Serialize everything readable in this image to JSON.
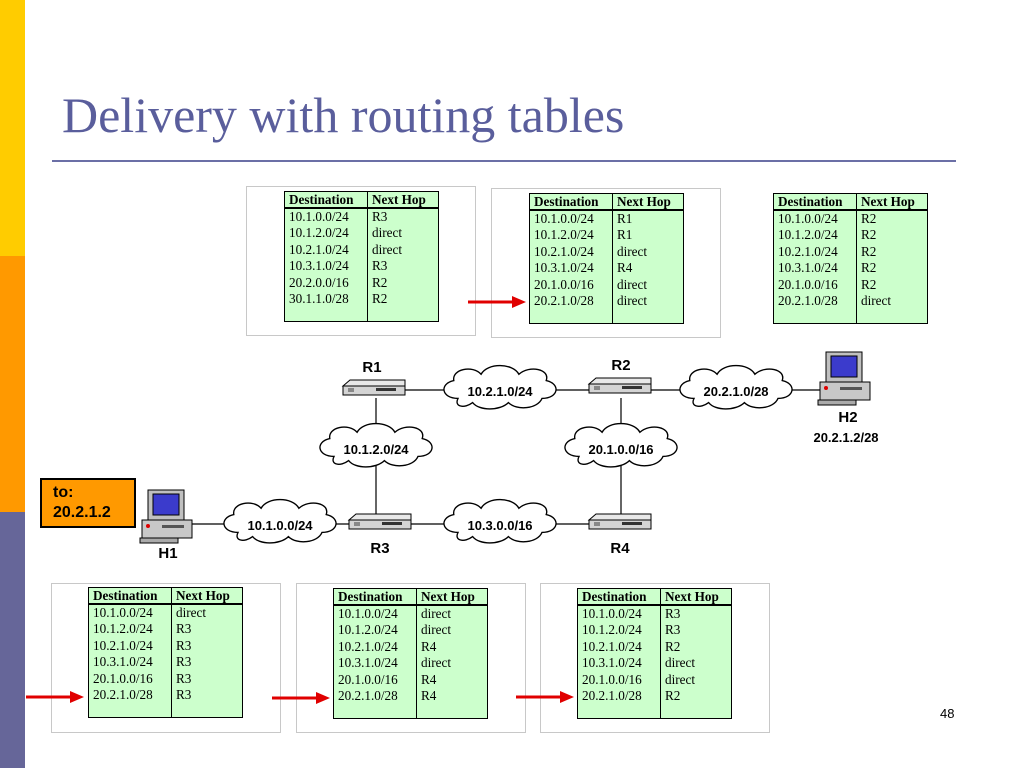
{
  "slide": {
    "title": "Delivery with routing tables",
    "page_number": "48",
    "accent_colors": [
      "#ffcc00",
      "#ff9900",
      "#666699"
    ]
  },
  "columns": {
    "destination": "Destination",
    "next_hop": "Next Hop"
  },
  "tables": {
    "r1": [
      [
        "10.1.0.0/24",
        "R3"
      ],
      [
        "10.1.2.0/24",
        "direct"
      ],
      [
        "10.2.1.0/24",
        "direct"
      ],
      [
        "10.3.1.0/24",
        "R3"
      ],
      [
        "20.2.0.0/16",
        "R2"
      ],
      [
        "30.1.1.0/28",
        "R2"
      ]
    ],
    "r2": [
      [
        "10.1.0.0/24",
        "R1"
      ],
      [
        "10.1.2.0/24",
        "R1"
      ],
      [
        "10.2.1.0/24",
        "direct"
      ],
      [
        "10.3.1.0/24",
        "R4"
      ],
      [
        "20.1.0.0/16",
        "direct"
      ],
      [
        "20.2.1.0/28",
        "direct"
      ]
    ],
    "h2": [
      [
        "10.1.0.0/24",
        "R2"
      ],
      [
        "10.1.2.0/24",
        "R2"
      ],
      [
        "10.2.1.0/24",
        "R2"
      ],
      [
        "10.3.1.0/24",
        "R2"
      ],
      [
        "20.1.0.0/16",
        "R2"
      ],
      [
        "20.2.1.0/28",
        "direct"
      ]
    ],
    "h1": [
      [
        "10.1.0.0/24",
        "direct"
      ],
      [
        "10.1.2.0/24",
        "R3"
      ],
      [
        "10.2.1.0/24",
        "R3"
      ],
      [
        "10.3.1.0/24",
        "R3"
      ],
      [
        "20.1.0.0/16",
        "R3"
      ],
      [
        "20.2.1.0/28",
        "R3"
      ]
    ],
    "r3": [
      [
        "10.1.0.0/24",
        "direct"
      ],
      [
        "10.1.2.0/24",
        "direct"
      ],
      [
        "10.2.1.0/24",
        "R4"
      ],
      [
        "10.3.1.0/24",
        "direct"
      ],
      [
        "20.1.0.0/16",
        "R4"
      ],
      [
        "20.2.1.0/28",
        "R4"
      ]
    ],
    "r4": [
      [
        "10.1.0.0/24",
        "R3"
      ],
      [
        "10.1.2.0/24",
        "R3"
      ],
      [
        "10.2.1.0/24",
        "R2"
      ],
      [
        "10.3.1.0/24",
        "direct"
      ],
      [
        "20.1.0.0/16",
        "direct"
      ],
      [
        "20.2.1.0/28",
        "R2"
      ]
    ]
  },
  "network": {
    "routers": {
      "r1": "R1",
      "r2": "R2",
      "r3": "R3",
      "r4": "R4"
    },
    "hosts": {
      "h1": "H1",
      "h2": "H2",
      "h2_address": "20.2.1.2/28"
    },
    "subnets": {
      "r1_r2": "10.2.1.0/24",
      "r2_h2": "20.2.1.0/28",
      "r1_r3": "10.1.2.0/24",
      "r2_r4": "20.1.0.0/16",
      "h1_r3": "10.1.0.0/24",
      "r3_r4": "10.3.0.0/16"
    },
    "destination": {
      "line1": "to:",
      "line2": "20.2.1.2"
    }
  }
}
